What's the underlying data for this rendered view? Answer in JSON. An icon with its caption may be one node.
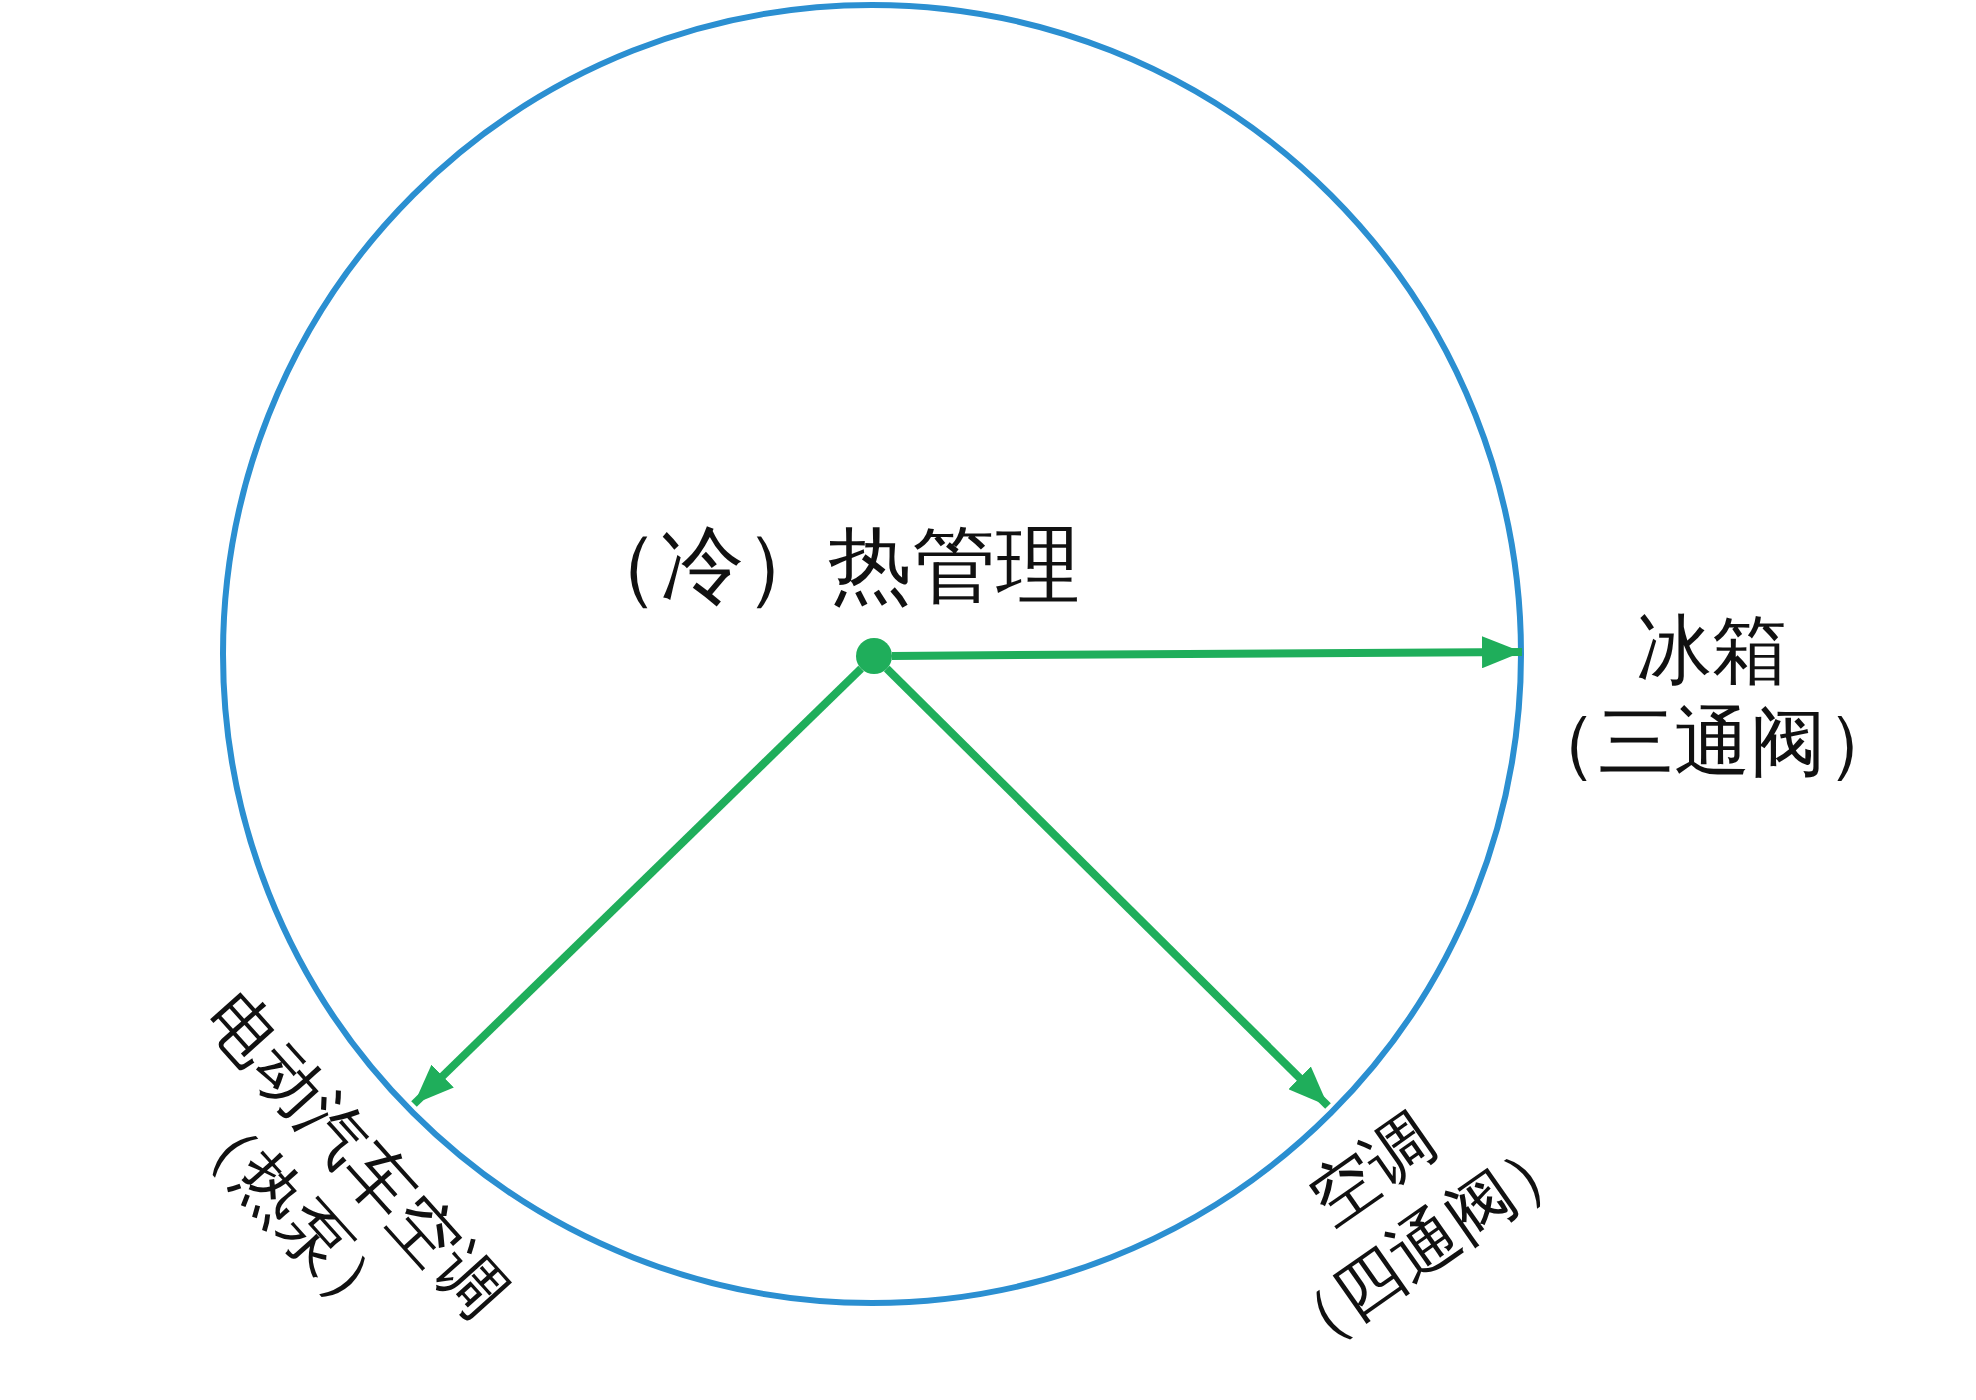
{
  "diagram": {
    "nodes": [
      {
        "text": [
          "（冷）热管理"
        ]
      },
      {
        "text": [],
        "shape": "circle",
        "in": 0
      },
      {
        "text": [
          "冰箱",
          "（三通阀）"
        ]
      },
      {
        "text": [
          "电动汽车空调",
          "（热泵）"
        ]
      },
      {
        "text": [
          "空调",
          "（四通阀）"
        ]
      }
    ],
    "edges": [
      {
        "from": 1,
        "to": 2,
        "arrow": "to"
      },
      {
        "from": 1,
        "to": 3,
        "arrow": "to"
      },
      {
        "from": 1,
        "to": 4,
        "arrow": "to"
      }
    ]
  }
}
